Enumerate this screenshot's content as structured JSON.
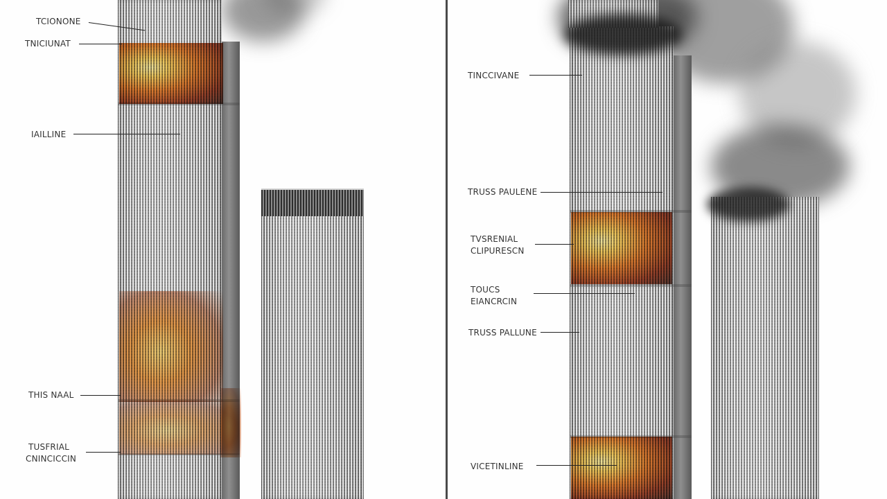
{
  "panels": {
    "left": {
      "labels": [
        {
          "text": "TCIONONE"
        },
        {
          "text": "TNICIUNAT"
        },
        {
          "text": "IAILLINE"
        },
        {
          "text": "THIS NAAL"
        },
        {
          "lines": [
            "TUSFRIAL",
            "CNINCICCIN"
          ]
        }
      ]
    },
    "right": {
      "labels": [
        {
          "text": "TINCCIVANE"
        },
        {
          "text": "TRUSS PAULENE"
        },
        {
          "lines": [
            "TVSRENIAL",
            "CLIPURESCN"
          ]
        },
        {
          "lines": [
            "TOUCS",
            "EIANCRCIN"
          ]
        },
        {
          "text": "TRUSS PALLUNE"
        },
        {
          "text": "VICETINLINE"
        }
      ]
    }
  },
  "colors": {
    "leader": "#222222",
    "label": "#333333",
    "fire": "#e8731f",
    "smoke": "#3a3a3a",
    "divider": "#4a4a4a"
  }
}
